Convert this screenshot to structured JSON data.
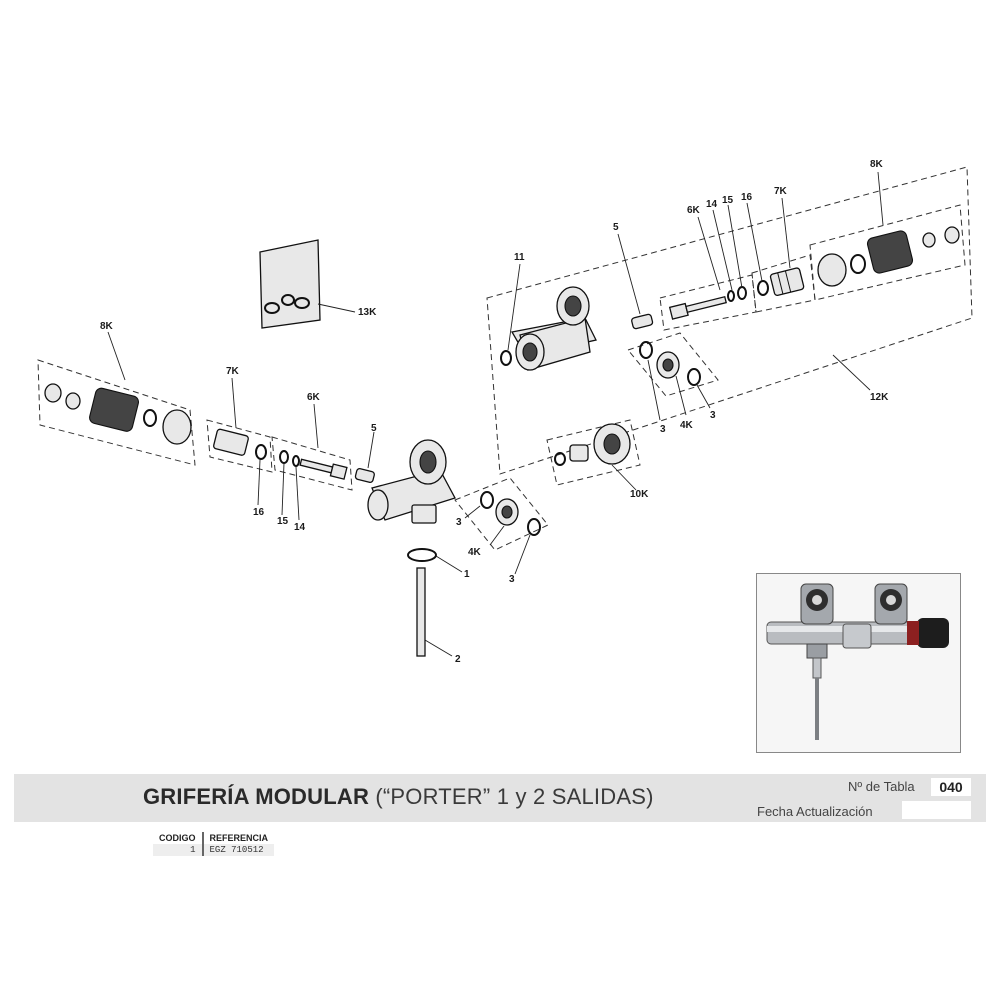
{
  "callouts": {
    "c8k_top": "8K",
    "c7k_top": "7K",
    "c6k_top": "6K",
    "c14_top": "14",
    "c15_top": "15",
    "c16_top": "16",
    "c5_top": "5",
    "c11": "11",
    "c12k": "12K",
    "c13k": "13K",
    "c3_a": "3",
    "c3_b": "3",
    "c4k_top": "4K",
    "c10k": "10K",
    "c8k_left": "8K",
    "c7k_left": "7K",
    "c6k_left": "6K",
    "c5_left": "5",
    "c16_left": "16",
    "c15_left": "15",
    "c14_left": "14",
    "c3_c": "3",
    "c3_d": "3",
    "c4k_left": "4K",
    "c1": "1",
    "c2": "2"
  },
  "title": {
    "main": "GRIFERÍA MODULAR",
    "sub": " (“PORTER” 1 y 2 SALIDAS)"
  },
  "tabla": {
    "label": "Nº de Tabla",
    "value": "040"
  },
  "fecha": {
    "label": "Fecha Actualización",
    "value": ""
  },
  "ref_table": {
    "headers": [
      "CODIGO",
      "REFERENCIA"
    ],
    "rows": [
      {
        "codigo": "1",
        "referencia": "EGZ 710512"
      }
    ]
  },
  "photo": {
    "icon": "valve-photo"
  }
}
